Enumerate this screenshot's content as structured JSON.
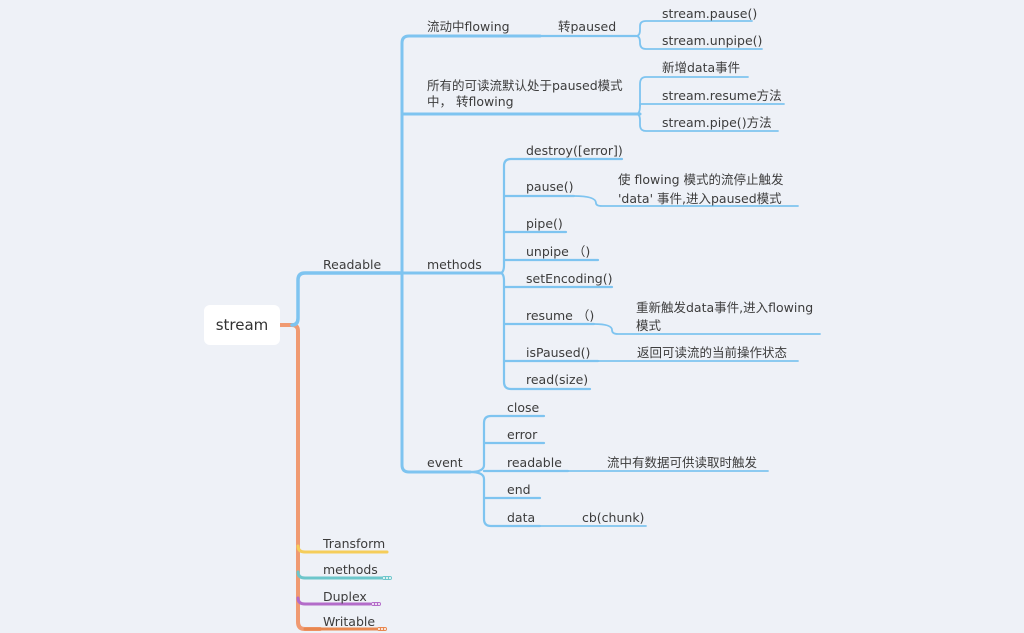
{
  "colors": {
    "blue": "#7ec4f0",
    "orange": "#f09a72",
    "yellow": "#f5cd5a",
    "teal": "#6cc6cb",
    "purple": "#b36cc9",
    "orange_dark": "#e8874f"
  },
  "root": {
    "label": "stream"
  },
  "readable": {
    "label": "Readable",
    "flowing": {
      "label": "流动中flowing",
      "to_paused": "转paused",
      "items": [
        "stream.pause()",
        "stream.unpipe()"
      ]
    },
    "paused": {
      "label": "所有的可读流默认处于paused模式中， 转flowing",
      "items": [
        "新增data事件",
        "stream.resume方法",
        "stream.pipe()方法"
      ]
    },
    "methods": {
      "label": "methods",
      "items": [
        {
          "name": "destroy([error])",
          "note": ""
        },
        {
          "name": "pause()",
          "note": "使  flowing  模式的流停止触发 'data'  事件,进入paused模式"
        },
        {
          "name": "pipe()",
          "note": ""
        },
        {
          "name": "unpipe （)",
          "note": ""
        },
        {
          "name": "setEncoding()",
          "note": ""
        },
        {
          "name": "resume （)",
          "note": "重新触发data事件,进入flowing模式"
        },
        {
          "name": "isPaused()",
          "note": "返回可读流的当前操作状态"
        },
        {
          "name": "read(size)",
          "note": ""
        }
      ]
    },
    "event": {
      "label": "event",
      "items": [
        {
          "name": "close",
          "note": ""
        },
        {
          "name": "error",
          "note": ""
        },
        {
          "name": "readable",
          "note": "流中有数据可供读取时触发"
        },
        {
          "name": "end",
          "note": ""
        },
        {
          "name": "data",
          "note": "cb(chunk)"
        }
      ]
    }
  },
  "other_branches": [
    {
      "label": "Transform",
      "color": "yellow",
      "collapsed": false
    },
    {
      "label": "methods",
      "color": "teal",
      "collapsed": true
    },
    {
      "label": "Duplex",
      "color": "purple",
      "collapsed": true
    },
    {
      "label": "Writable",
      "color": "orange_dark",
      "collapsed": true
    }
  ]
}
